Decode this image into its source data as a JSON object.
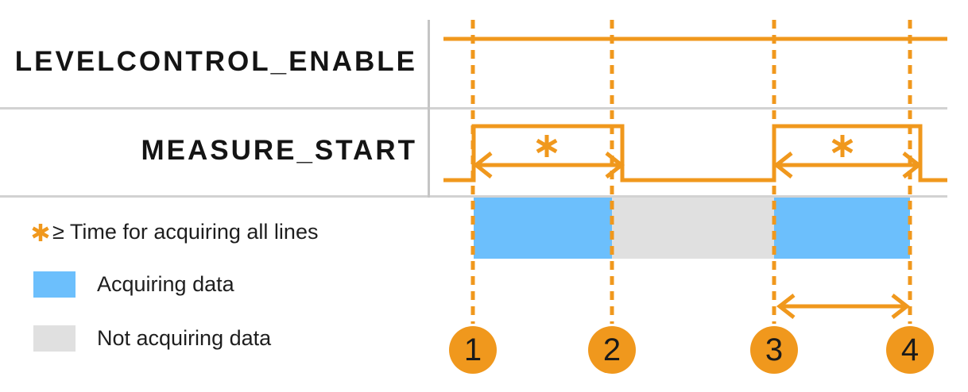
{
  "figure": {
    "type": "timing-diagram",
    "description": "Level Control timing: MEASURE_START pulses while LEVELCONTROL_ENABLE is high; acquisition occurs during pulses"
  },
  "signals": [
    {
      "label": "LEVELCONTROL_ENABLE",
      "waveform": "constant high"
    },
    {
      "label": "MEASURE_START",
      "waveform": "low, high pulse from marker 1 to 2, low, high pulse from marker 3 to 4, low"
    }
  ],
  "pulse_annotation": {
    "symbol": "✱",
    "meaning": "≥ Time for acquiring all lines",
    "applies_to_pulses": [
      "1-2",
      "3-4"
    ]
  },
  "legend": {
    "note": {
      "symbol": "✱",
      "text": "≥ Time for acquiring all lines"
    },
    "items": [
      {
        "label": "Acquiring data",
        "color": "#6cbffc"
      },
      {
        "label": "Not acquiring data",
        "color": "#e0e0e0"
      }
    ]
  },
  "band_segments": [
    {
      "from_marker": "1",
      "to_marker": "2",
      "state": "Acquiring data"
    },
    {
      "from_marker": "2",
      "to_marker": "3",
      "state": "Not acquiring data"
    },
    {
      "from_marker": "3",
      "to_marker": "4",
      "state": "Acquiring data"
    }
  ],
  "markers": [
    {
      "label": "1"
    },
    {
      "label": "2"
    },
    {
      "label": "3"
    },
    {
      "label": "4"
    }
  ],
  "colors": {
    "accent_orange": "#f0981d",
    "acquiring_blue": "#6cbffc",
    "not_acquiring_gray": "#e0e0e0",
    "divider_gray": "#d2d2d2",
    "text_black": "#141414"
  }
}
